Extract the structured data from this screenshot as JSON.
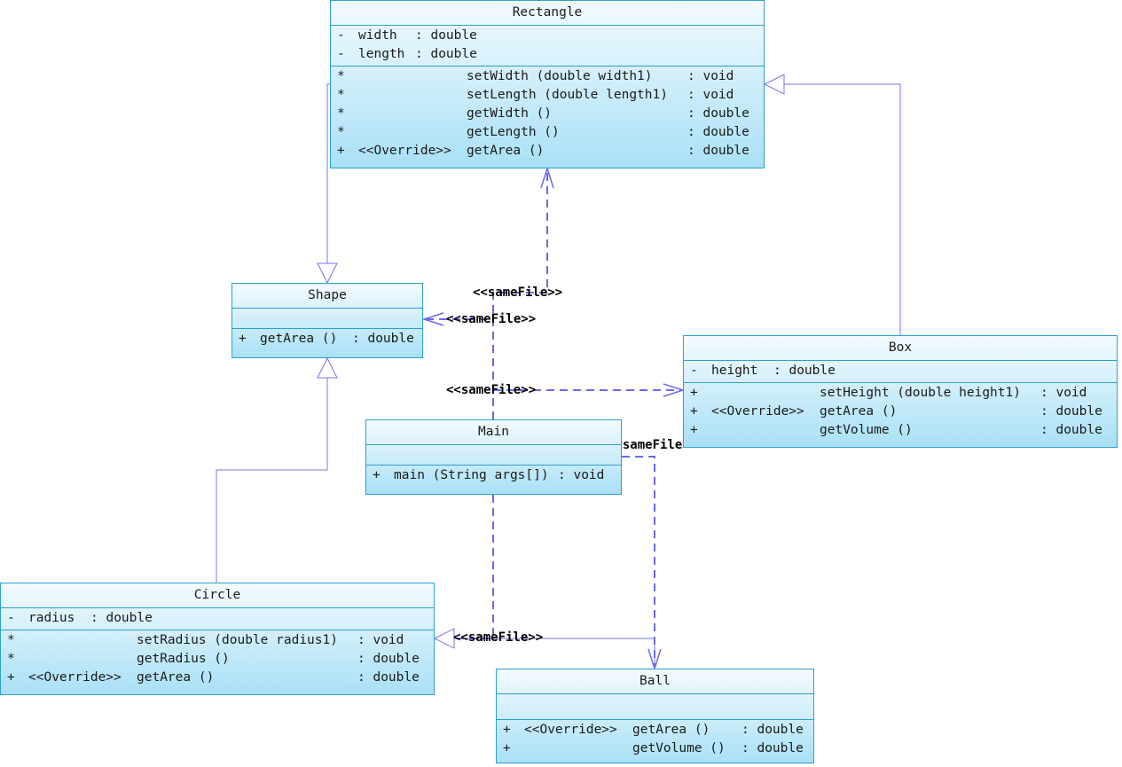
{
  "diagram": {
    "classes": {
      "rectangle": {
        "name": "Rectangle",
        "attributes": [
          {
            "vis": "-",
            "name": "width",
            "type": ": double"
          },
          {
            "vis": "-",
            "name": "length",
            "type": ": double"
          }
        ],
        "operations": [
          {
            "vis": "*",
            "stereo": "",
            "sig": "setWidth (double width1)",
            "type": ": void"
          },
          {
            "vis": "*",
            "stereo": "",
            "sig": "setLength (double length1)",
            "type": ": void"
          },
          {
            "vis": "*",
            "stereo": "",
            "sig": "getWidth ()",
            "type": ": double"
          },
          {
            "vis": "*",
            "stereo": "",
            "sig": "getLength ()",
            "type": ": double"
          },
          {
            "vis": "+",
            "stereo": "<<Override>>",
            "sig": "getArea ()",
            "type": ": double"
          }
        ]
      },
      "shape": {
        "name": "Shape",
        "attributes": [],
        "operations": [
          {
            "vis": "+",
            "sig": "getArea ()",
            "type": ": double"
          }
        ]
      },
      "box": {
        "name": "Box",
        "attributes": [
          {
            "vis": "-",
            "name": "height",
            "type": ": double"
          }
        ],
        "operations": [
          {
            "vis": "+",
            "stereo": "",
            "sig": "setHeight (double height1)",
            "type": ": void"
          },
          {
            "vis": "+",
            "stereo": "<<Override>>",
            "sig": "getArea ()",
            "type": ": double"
          },
          {
            "vis": "+",
            "stereo": "",
            "sig": "getVolume ()",
            "type": ": double"
          }
        ]
      },
      "main": {
        "name": "Main",
        "attributes": [],
        "operations": [
          {
            "vis": "+",
            "sig": "main (String args[])",
            "type": ": void"
          }
        ]
      },
      "circle": {
        "name": "Circle",
        "attributes": [
          {
            "vis": "-",
            "name": "radius",
            "type": ": double"
          }
        ],
        "operations": [
          {
            "vis": "*",
            "stereo": "",
            "sig": "setRadius (double radius1)",
            "type": ": void"
          },
          {
            "vis": "*",
            "stereo": "",
            "sig": "getRadius ()",
            "type": ": double"
          },
          {
            "vis": "+",
            "stereo": "<<Override>>",
            "sig": "getArea ()",
            "type": ": double"
          }
        ]
      },
      "ball": {
        "name": "Ball",
        "attributes": [],
        "operations": [
          {
            "vis": "+",
            "stereo": "<<Override>>",
            "sig": "getArea ()",
            "type": ": double"
          },
          {
            "vis": "+",
            "stereo": "",
            "sig": "getVolume ()",
            "type": ": double"
          }
        ]
      }
    },
    "dependency_label": "<<sameFile>>",
    "colors": {
      "line": "#7777e0",
      "dashed": "#6a6ae6",
      "border": "#2f9fce",
      "fill_top": "#f3fbfe",
      "fill_bottom": "#a9e0f6"
    }
  }
}
